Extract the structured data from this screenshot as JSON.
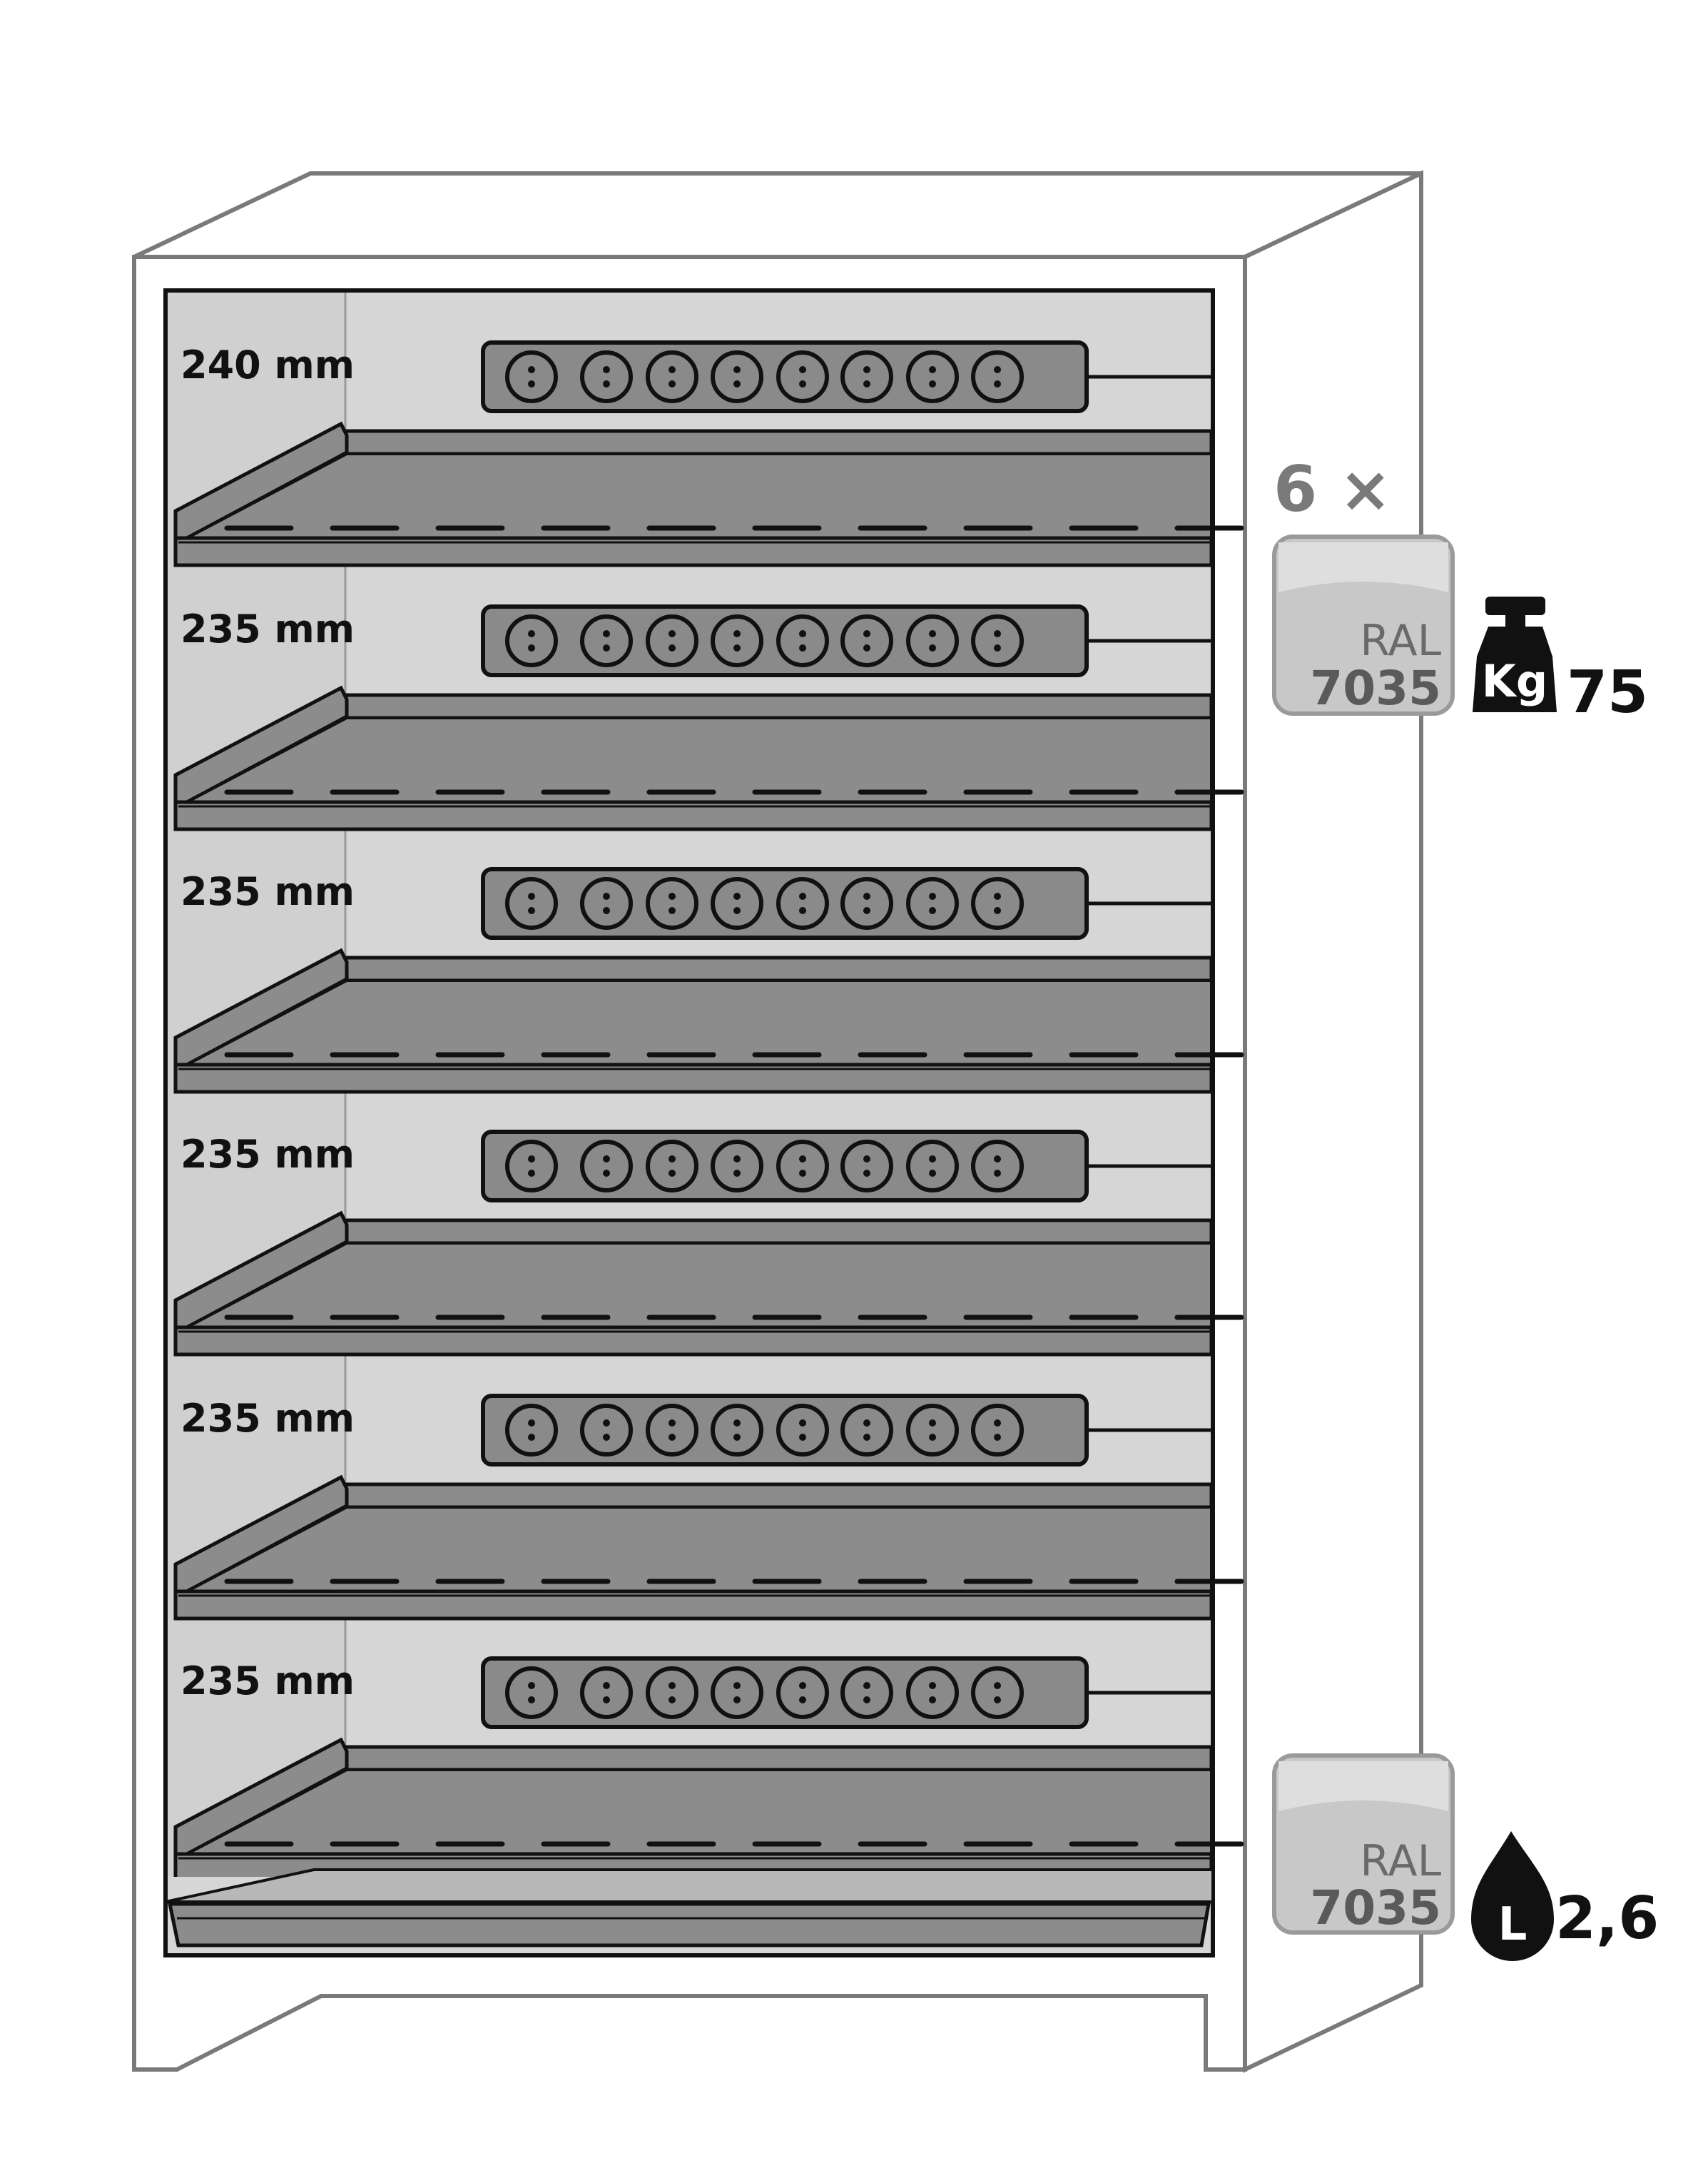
{
  "compartments": [
    {
      "height_label": "240 mm",
      "sockets": 8
    },
    {
      "height_label": "235 mm",
      "sockets": 8
    },
    {
      "height_label": "235 mm",
      "sockets": 8
    },
    {
      "height_label": "235 mm",
      "sockets": 8
    },
    {
      "height_label": "235 mm",
      "sockets": 8
    },
    {
      "height_label": "235 mm",
      "sockets": 8
    }
  ],
  "shelf_info": {
    "count_label": "6 ×",
    "color_ral_label": "RAL",
    "color_ral_code": "7035",
    "load_unit_label": "Kg",
    "load_value": "75"
  },
  "sump_info": {
    "color_ral_label": "RAL",
    "color_ral_code": "7035",
    "volume_unit_label": "L",
    "volume_value": "2,6"
  },
  "colors": {
    "outline": "#7a7a7a",
    "interior": "#d6d6d6",
    "shelf": "#8c8c8c",
    "shelf_dark": "#6e6e6e",
    "socket_strip": "#8a8a8a",
    "swatch": "#c8c8c8",
    "icon": "#111111"
  }
}
